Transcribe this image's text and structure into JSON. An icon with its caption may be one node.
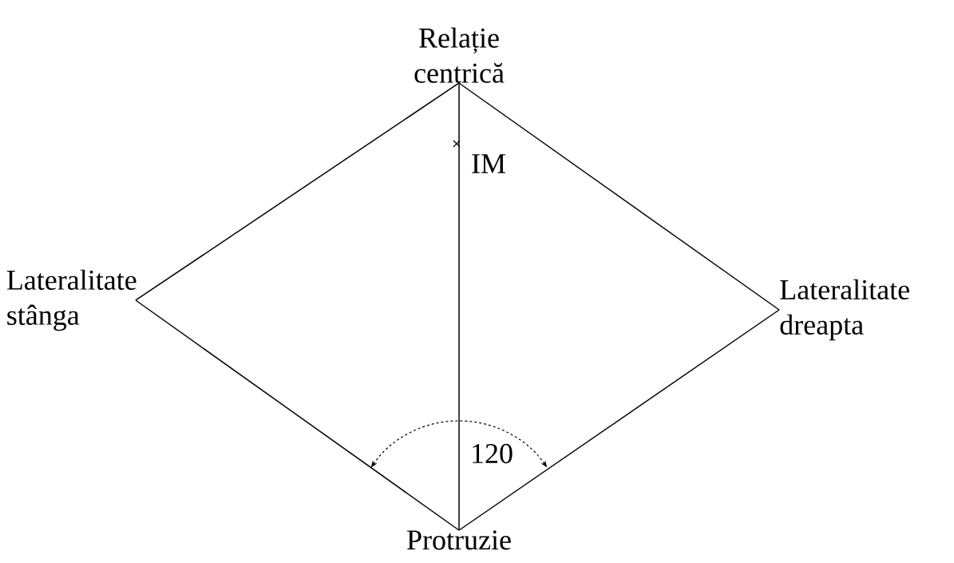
{
  "diagram": {
    "nodes": [
      {
        "text": [
          "Relație centrică"
        ]
      },
      {
        "text": [
          "Lateralitate stânga"
        ]
      },
      {
        "text": [
          "Lateralitate dreapta"
        ]
      },
      {
        "text": [
          "Protruzie"
        ]
      }
    ],
    "edges": [
      {
        "from": 0,
        "to": 1,
        "arrow": "none"
      },
      {
        "from": 0,
        "to": 2,
        "arrow": "none"
      },
      {
        "from": 1,
        "to": 3,
        "arrow": "none"
      },
      {
        "from": 2,
        "to": 3,
        "arrow": "none"
      },
      {
        "from": 3,
        "to": 0,
        "arrow": "none"
      }
    ],
    "labels": [
      "IM",
      "120"
    ]
  }
}
